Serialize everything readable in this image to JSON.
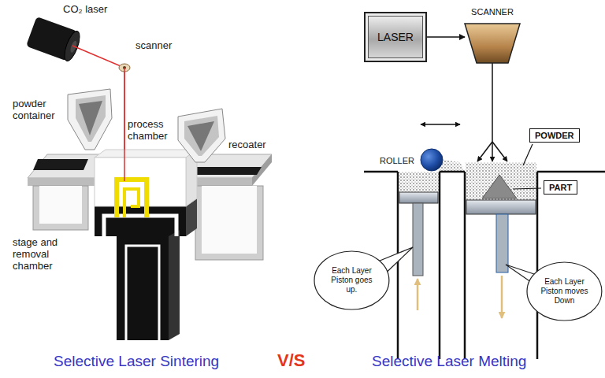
{
  "diagram": {
    "nodes": [
      {
        "text": [
          "LASER"
        ]
      },
      {
        "text": [
          "SCANNER"
        ]
      },
      {
        "text": [
          "POWDER"
        ]
      },
      {
        "text": [
          "PART"
        ]
      },
      {
        "text": [
          "Each Layer Piston goes up."
        ]
      },
      {
        "text": [
          "Each Layer Piston moves Down"
        ]
      }
    ],
    "edges": [
      {
        "from": 0,
        "to": 1,
        "arrow": "to"
      }
    ],
    "labels": [
      "CO₂ laser",
      "scanner",
      "powder container",
      "process chamber",
      "recoater",
      "stage and removal chamber",
      "ROLLER",
      "Selective Laser Sintering",
      "V/S",
      "Selective Laser Melting"
    ]
  }
}
